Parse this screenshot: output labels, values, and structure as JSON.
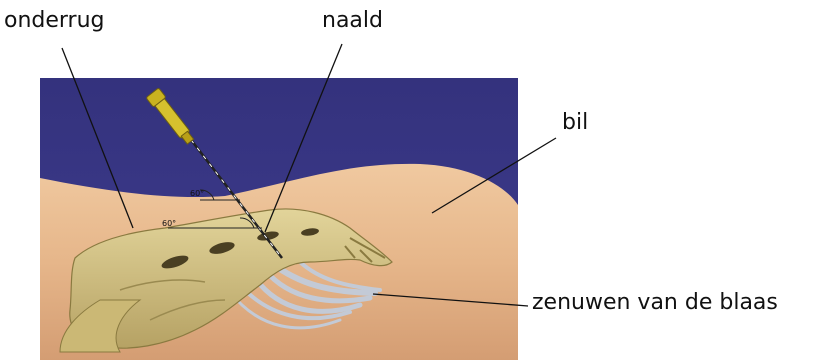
{
  "labels": {
    "lower_back": "onderrug",
    "needle": "naald",
    "buttock": "bil",
    "bladder_nerves": "zenuwen van de blaas"
  },
  "angle_labels": {
    "upper": "60°",
    "lower": "60°"
  },
  "colors": {
    "background": "#3b3987",
    "skin": "#e8b88c",
    "bone": "#d3c180",
    "nerve": "#c3cad6",
    "needle_hub": "#d6c12e"
  }
}
